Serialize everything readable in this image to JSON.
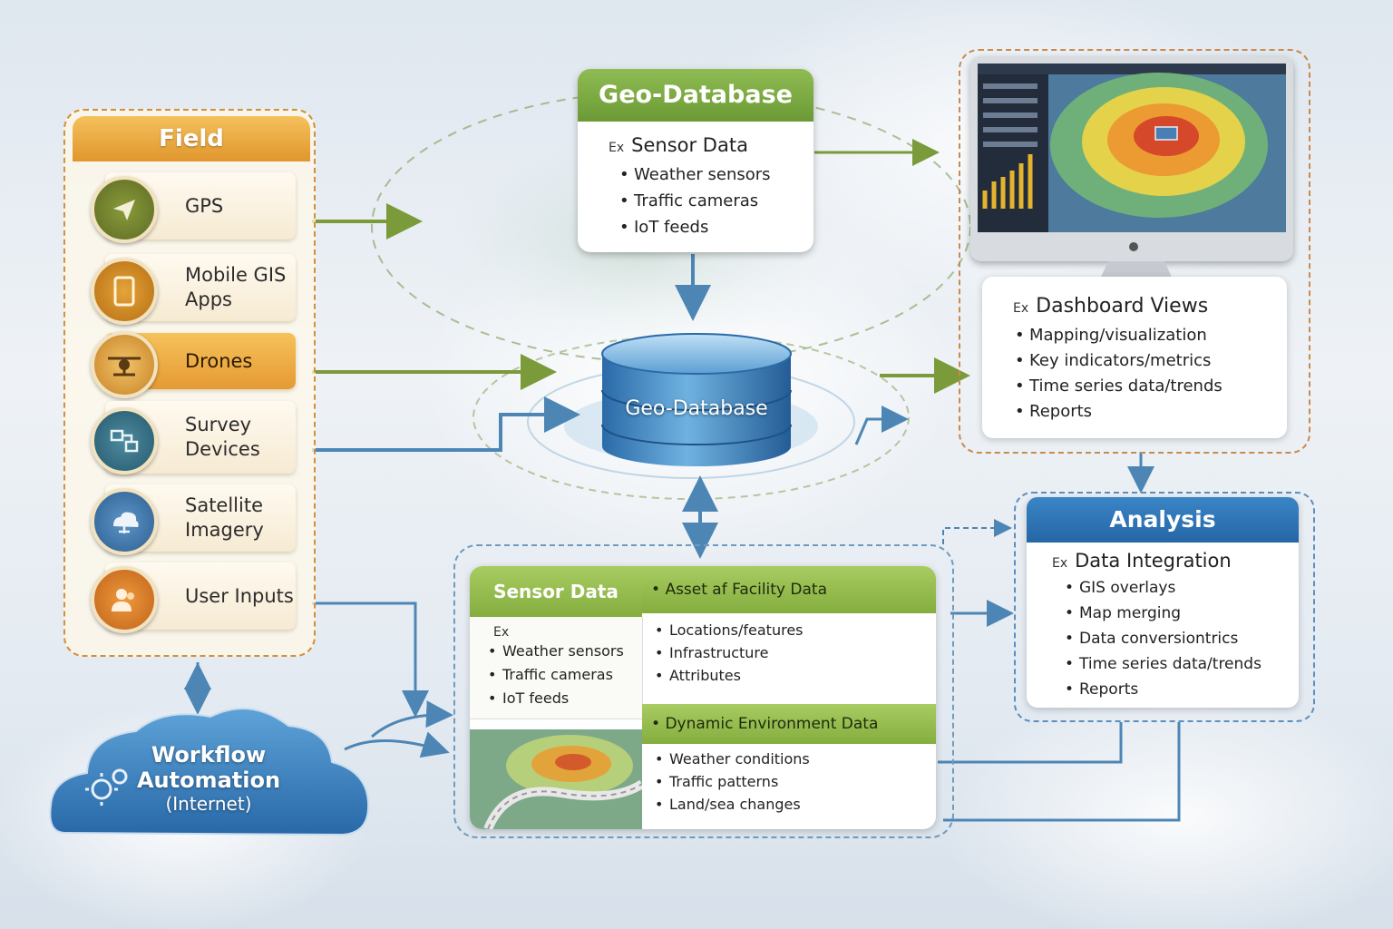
{
  "field": {
    "title": "Field",
    "items": [
      {
        "label": "GPS",
        "icon": "paper-plane-icon"
      },
      {
        "label": "Mobile GIS Apps",
        "icon": "tablet-icon"
      },
      {
        "label": "Drones",
        "icon": "drone-icon"
      },
      {
        "label": "Survey Devices",
        "icon": "survey-device-icon"
      },
      {
        "label": "Satellite Imagery",
        "icon": "satellite-icon"
      },
      {
        "label": "User Inputs",
        "icon": "users-icon"
      }
    ]
  },
  "geo_top": {
    "title": "Geo-Database",
    "ex": "Ex",
    "subtitle": "Sensor Data",
    "items": [
      "Weather sensors",
      "Traffic cameras",
      "IoT feeds"
    ]
  },
  "geo_cylinder": {
    "label": "Geo-Database"
  },
  "dashboard": {
    "ex": "Ex",
    "subtitle": "Dashboard Views",
    "items": [
      "Mapping/visualization",
      "Key indicators/metrics",
      "Time series data/trends",
      "Reports"
    ]
  },
  "analysis": {
    "title": "Analysis",
    "ex": "Ex",
    "subtitle": "Data Integration",
    "items": [
      "GIS overlays",
      "Map merging",
      "Data conversiontrics",
      "Time series data/trends",
      "Reports"
    ]
  },
  "sensor": {
    "title": "Sensor Data",
    "ex": "Ex",
    "items": [
      "Weather sensors",
      "Traffic cameras",
      "IoT feeds"
    ]
  },
  "asset": {
    "title": "Asset af Facility Data",
    "items": [
      "Locations/features",
      "Infrastructure",
      "Attributes"
    ]
  },
  "dynamic": {
    "title": "Dynamic Environment Data",
    "items": [
      "Weather conditions",
      "Traffic patterns",
      "Land/sea changes"
    ]
  },
  "workflow": {
    "line1": "Workflow",
    "line2": "Automation",
    "line3": "(Internet)"
  },
  "colors": {
    "field_orange": "#e0962d",
    "green": "#7aa53f",
    "blue": "#2f78ba",
    "arrow_green": "#7b9a3a",
    "arrow_blue": "#4d86b4"
  }
}
